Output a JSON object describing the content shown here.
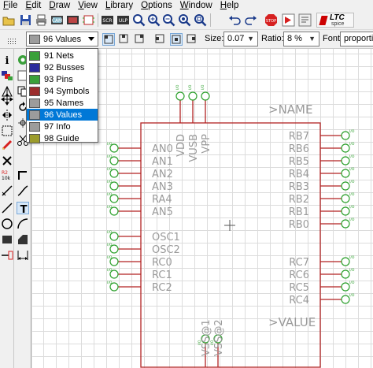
{
  "menu": [
    "File",
    "Edit",
    "Draw",
    "View",
    "Library",
    "Options",
    "Window",
    "Help"
  ],
  "brand": {
    "ltc": "LTC",
    "spice": "spice"
  },
  "toolbar2": {
    "layer_value": "96 Values",
    "size_label": "Size:",
    "size_value": "0.07",
    "ratio_label": "Ratio:",
    "ratio_value": "8 %",
    "font_label": "Font:",
    "font_value": "proportion"
  },
  "layers": [
    {
      "label": "91 Nets",
      "color": "#3aa03a"
    },
    {
      "label": "92 Busses",
      "color": "#2c2c9c"
    },
    {
      "label": "93 Pins",
      "color": "#3aa03a"
    },
    {
      "label": "94 Symbols",
      "color": "#9c2c2c"
    },
    {
      "label": "95 Names",
      "color": "#9c9c9c"
    },
    {
      "label": "96 Values",
      "color": "#9c9c9c"
    },
    {
      "label": "97 Info",
      "color": "#9c9c9c"
    },
    {
      "label": "98 Guide",
      "color": "#9c9c2c"
    }
  ],
  "selected_layer_index": 5,
  "symbol": {
    "name_text": ">NAME",
    "value_text": ">VALUE",
    "left_pins": [
      "AN0",
      "AN1",
      "AN2",
      "AN3",
      "RA4",
      "AN5",
      "OSC1",
      "OSC2",
      "RC0",
      "RC1",
      "RC2"
    ],
    "right_pins": [
      "RB7",
      "RB6",
      "RB5",
      "RB4",
      "RB3",
      "RB2",
      "RB1",
      "RB0",
      "RC7",
      "RC6",
      "RC5",
      "RC4"
    ],
    "top_pins": [
      "VDD",
      "VUSB",
      "VPP"
    ],
    "bottom_pins": [
      "VSS@1",
      "VSS@2"
    ],
    "pin_tag": "I/O"
  },
  "colors": {
    "symbol": "#b22222",
    "pin": "#2ca02c",
    "text": "#9a9a9a",
    "select": "#0078d7"
  }
}
